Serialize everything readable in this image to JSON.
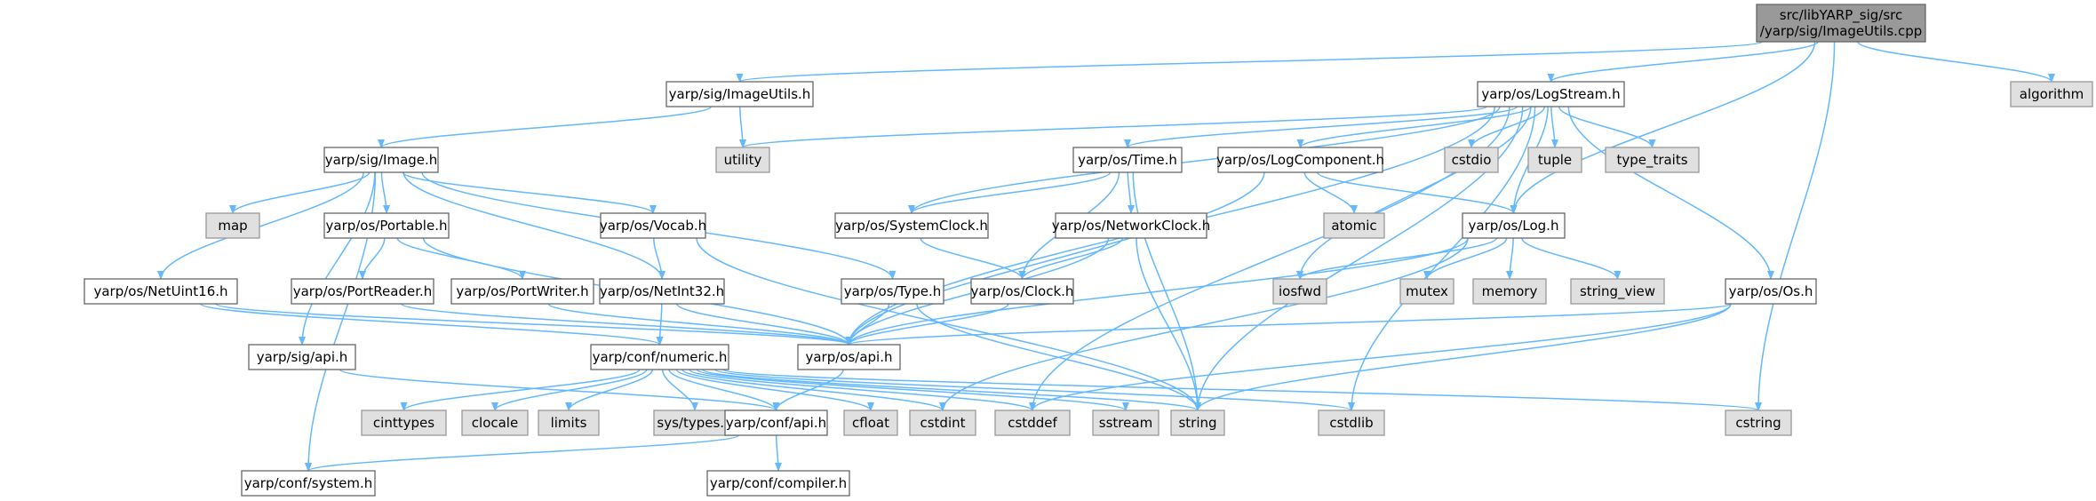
{
  "diagram": {
    "nodes": [
      {
        "id": "root",
        "lines": [
          "src/libYARP_sig/src",
          "/yarp/sig/ImageUtils.cpp"
        ],
        "kind": "root"
      },
      {
        "id": "imageutils",
        "lines": [
          "yarp/sig/ImageUtils.h"
        ],
        "kind": "file"
      },
      {
        "id": "logstream",
        "lines": [
          "yarp/os/LogStream.h"
        ],
        "kind": "file"
      },
      {
        "id": "algorithm",
        "lines": [
          "algorithm"
        ],
        "kind": "sys"
      },
      {
        "id": "image",
        "lines": [
          "yarp/sig/Image.h"
        ],
        "kind": "file"
      },
      {
        "id": "utility",
        "lines": [
          "utility"
        ],
        "kind": "sys"
      },
      {
        "id": "time",
        "lines": [
          "yarp/os/Time.h"
        ],
        "kind": "file"
      },
      {
        "id": "logcomponent",
        "lines": [
          "yarp/os/LogComponent.h"
        ],
        "kind": "file"
      },
      {
        "id": "cstdio",
        "lines": [
          "cstdio"
        ],
        "kind": "sys"
      },
      {
        "id": "tuple",
        "lines": [
          "tuple"
        ],
        "kind": "sys"
      },
      {
        "id": "type_traits",
        "lines": [
          "type_traits"
        ],
        "kind": "sys"
      },
      {
        "id": "map",
        "lines": [
          "map"
        ],
        "kind": "sys"
      },
      {
        "id": "portable",
        "lines": [
          "yarp/os/Portable.h"
        ],
        "kind": "file"
      },
      {
        "id": "vocab",
        "lines": [
          "yarp/os/Vocab.h"
        ],
        "kind": "file"
      },
      {
        "id": "systemclock",
        "lines": [
          "yarp/os/SystemClock.h"
        ],
        "kind": "file"
      },
      {
        "id": "networkclock",
        "lines": [
          "yarp/os/NetworkClock.h"
        ],
        "kind": "file"
      },
      {
        "id": "atomic",
        "lines": [
          "atomic"
        ],
        "kind": "sys"
      },
      {
        "id": "log",
        "lines": [
          "yarp/os/Log.h"
        ],
        "kind": "file"
      },
      {
        "id": "netuint16",
        "lines": [
          "yarp/os/NetUint16.h"
        ],
        "kind": "file"
      },
      {
        "id": "portreader",
        "lines": [
          "yarp/os/PortReader.h"
        ],
        "kind": "file"
      },
      {
        "id": "portwriter",
        "lines": [
          "yarp/os/PortWriter.h"
        ],
        "kind": "file"
      },
      {
        "id": "netint32",
        "lines": [
          "yarp/os/NetInt32.h"
        ],
        "kind": "file"
      },
      {
        "id": "type",
        "lines": [
          "yarp/os/Type.h"
        ],
        "kind": "file"
      },
      {
        "id": "clock",
        "lines": [
          "yarp/os/Clock.h"
        ],
        "kind": "file"
      },
      {
        "id": "iosfwd",
        "lines": [
          "iosfwd"
        ],
        "kind": "sys"
      },
      {
        "id": "mutex",
        "lines": [
          "mutex"
        ],
        "kind": "sys"
      },
      {
        "id": "memory",
        "lines": [
          "memory"
        ],
        "kind": "sys"
      },
      {
        "id": "string_view",
        "lines": [
          "string_view"
        ],
        "kind": "sys"
      },
      {
        "id": "os",
        "lines": [
          "yarp/os/Os.h"
        ],
        "kind": "file"
      },
      {
        "id": "sigapi",
        "lines": [
          "yarp/sig/api.h"
        ],
        "kind": "file"
      },
      {
        "id": "numeric",
        "lines": [
          "yarp/conf/numeric.h"
        ],
        "kind": "file"
      },
      {
        "id": "osapi",
        "lines": [
          "yarp/os/api.h"
        ],
        "kind": "file"
      },
      {
        "id": "cinttypes",
        "lines": [
          "cinttypes"
        ],
        "kind": "sys"
      },
      {
        "id": "clocale",
        "lines": [
          "clocale"
        ],
        "kind": "sys"
      },
      {
        "id": "limits",
        "lines": [
          "limits"
        ],
        "kind": "sys"
      },
      {
        "id": "systypes",
        "lines": [
          "sys/types.h"
        ],
        "kind": "sys"
      },
      {
        "id": "confapi",
        "lines": [
          "yarp/conf/api.h"
        ],
        "kind": "file"
      },
      {
        "id": "cfloat",
        "lines": [
          "cfloat"
        ],
        "kind": "sys"
      },
      {
        "id": "cstdint",
        "lines": [
          "cstdint"
        ],
        "kind": "sys"
      },
      {
        "id": "cstddef",
        "lines": [
          "cstddef"
        ],
        "kind": "sys"
      },
      {
        "id": "sstream",
        "lines": [
          "sstream"
        ],
        "kind": "sys"
      },
      {
        "id": "string",
        "lines": [
          "string"
        ],
        "kind": "sys"
      },
      {
        "id": "cstdlib",
        "lines": [
          "cstdlib"
        ],
        "kind": "sys"
      },
      {
        "id": "cstring",
        "lines": [
          "cstring"
        ],
        "kind": "sys"
      },
      {
        "id": "system",
        "lines": [
          "yarp/conf/system.h"
        ],
        "kind": "file"
      },
      {
        "id": "compiler",
        "lines": [
          "yarp/conf/compiler.h"
        ],
        "kind": "file"
      }
    ],
    "edges": [
      [
        "root",
        "imageutils"
      ],
      [
        "root",
        "logstream"
      ],
      [
        "root",
        "algorithm"
      ],
      [
        "root",
        "log"
      ],
      [
        "root",
        "cstring"
      ],
      [
        "imageutils",
        "image"
      ],
      [
        "imageutils",
        "utility"
      ],
      [
        "logstream",
        "utility"
      ],
      [
        "logstream",
        "time"
      ],
      [
        "logstream",
        "logcomponent"
      ],
      [
        "logstream",
        "cstdio"
      ],
      [
        "logstream",
        "tuple"
      ],
      [
        "logstream",
        "type_traits"
      ],
      [
        "logstream",
        "systemclock"
      ],
      [
        "logstream",
        "log"
      ],
      [
        "logstream",
        "iosfwd"
      ],
      [
        "logstream",
        "os"
      ],
      [
        "logstream",
        "osapi"
      ],
      [
        "logstream",
        "cstddef"
      ],
      [
        "logstream",
        "string"
      ],
      [
        "logstream",
        "cstdlib"
      ],
      [
        "image",
        "map"
      ],
      [
        "image",
        "portable"
      ],
      [
        "image",
        "vocab"
      ],
      [
        "image",
        "netuint16"
      ],
      [
        "image",
        "netint32"
      ],
      [
        "image",
        "type"
      ],
      [
        "image",
        "sigapi"
      ],
      [
        "image",
        "system"
      ],
      [
        "portable",
        "portreader"
      ],
      [
        "portable",
        "portwriter"
      ],
      [
        "portable",
        "osapi"
      ],
      [
        "vocab",
        "netint32"
      ],
      [
        "vocab",
        "string"
      ],
      [
        "time",
        "systemclock"
      ],
      [
        "time",
        "networkclock"
      ],
      [
        "time",
        "clock"
      ],
      [
        "time",
        "string"
      ],
      [
        "logcomponent",
        "atomic"
      ],
      [
        "logcomponent",
        "log"
      ],
      [
        "logcomponent",
        "osapi"
      ],
      [
        "systemclock",
        "clock"
      ],
      [
        "networkclock",
        "clock"
      ],
      [
        "networkclock",
        "osapi"
      ],
      [
        "networkclock",
        "string"
      ],
      [
        "log",
        "iosfwd"
      ],
      [
        "log",
        "mutex"
      ],
      [
        "log",
        "memory"
      ],
      [
        "log",
        "string_view"
      ],
      [
        "log",
        "osapi"
      ],
      [
        "log",
        "cstdint"
      ],
      [
        "netuint16",
        "numeric"
      ],
      [
        "netuint16",
        "osapi"
      ],
      [
        "portreader",
        "osapi"
      ],
      [
        "portwriter",
        "osapi"
      ],
      [
        "netint32",
        "numeric"
      ],
      [
        "netint32",
        "osapi"
      ],
      [
        "type",
        "osapi"
      ],
      [
        "type",
        "string"
      ],
      [
        "clock",
        "osapi"
      ],
      [
        "os",
        "osapi"
      ],
      [
        "os",
        "string"
      ],
      [
        "os",
        "cstddef"
      ],
      [
        "sigapi",
        "confapi"
      ],
      [
        "numeric",
        "cinttypes"
      ],
      [
        "numeric",
        "clocale"
      ],
      [
        "numeric",
        "limits"
      ],
      [
        "numeric",
        "systypes"
      ],
      [
        "numeric",
        "confapi"
      ],
      [
        "numeric",
        "cfloat"
      ],
      [
        "numeric",
        "cstdint"
      ],
      [
        "numeric",
        "cstddef"
      ],
      [
        "numeric",
        "sstream"
      ],
      [
        "numeric",
        "string"
      ],
      [
        "numeric",
        "cstdlib"
      ],
      [
        "numeric",
        "cstring"
      ],
      [
        "osapi",
        "confapi"
      ],
      [
        "confapi",
        "system"
      ],
      [
        "confapi",
        "compiler"
      ]
    ]
  }
}
